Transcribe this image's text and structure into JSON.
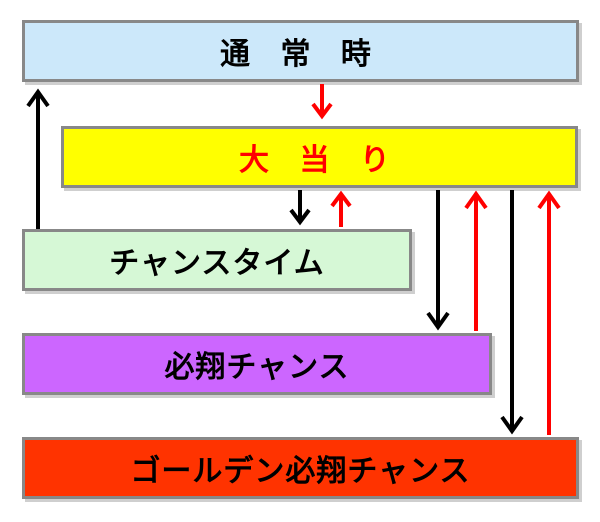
{
  "states": {
    "normal": {
      "label": "通 常 時",
      "fill": "#cce8fa",
      "text_color": "#000000"
    },
    "jackpot": {
      "label": "大 当 り",
      "fill": "#ffff00",
      "text_color": "#ff0000"
    },
    "chance": {
      "label": "チャンスタイム",
      "fill": "#d6f8d6",
      "text_color": "#000000"
    },
    "hisshou": {
      "label": "必翔チャンス",
      "fill": "#cc66ff",
      "text_color": "#000000"
    },
    "golden": {
      "label": "ゴールデン必翔チャンス",
      "fill": "#ff3300",
      "text_color": "#000000"
    }
  },
  "transitions": [
    {
      "from": "chance",
      "to": "normal",
      "color": "#000000"
    },
    {
      "from": "normal",
      "to": "jackpot",
      "color": "#ff0000"
    },
    {
      "from": "jackpot",
      "to": "chance",
      "color": "#000000"
    },
    {
      "from": "chance",
      "to": "jackpot",
      "color": "#ff0000"
    },
    {
      "from": "jackpot",
      "to": "hisshou",
      "color": "#000000"
    },
    {
      "from": "hisshou",
      "to": "jackpot",
      "color": "#ff0000"
    },
    {
      "from": "jackpot",
      "to": "golden",
      "color": "#000000"
    },
    {
      "from": "golden",
      "to": "jackpot",
      "color": "#ff0000"
    }
  ]
}
